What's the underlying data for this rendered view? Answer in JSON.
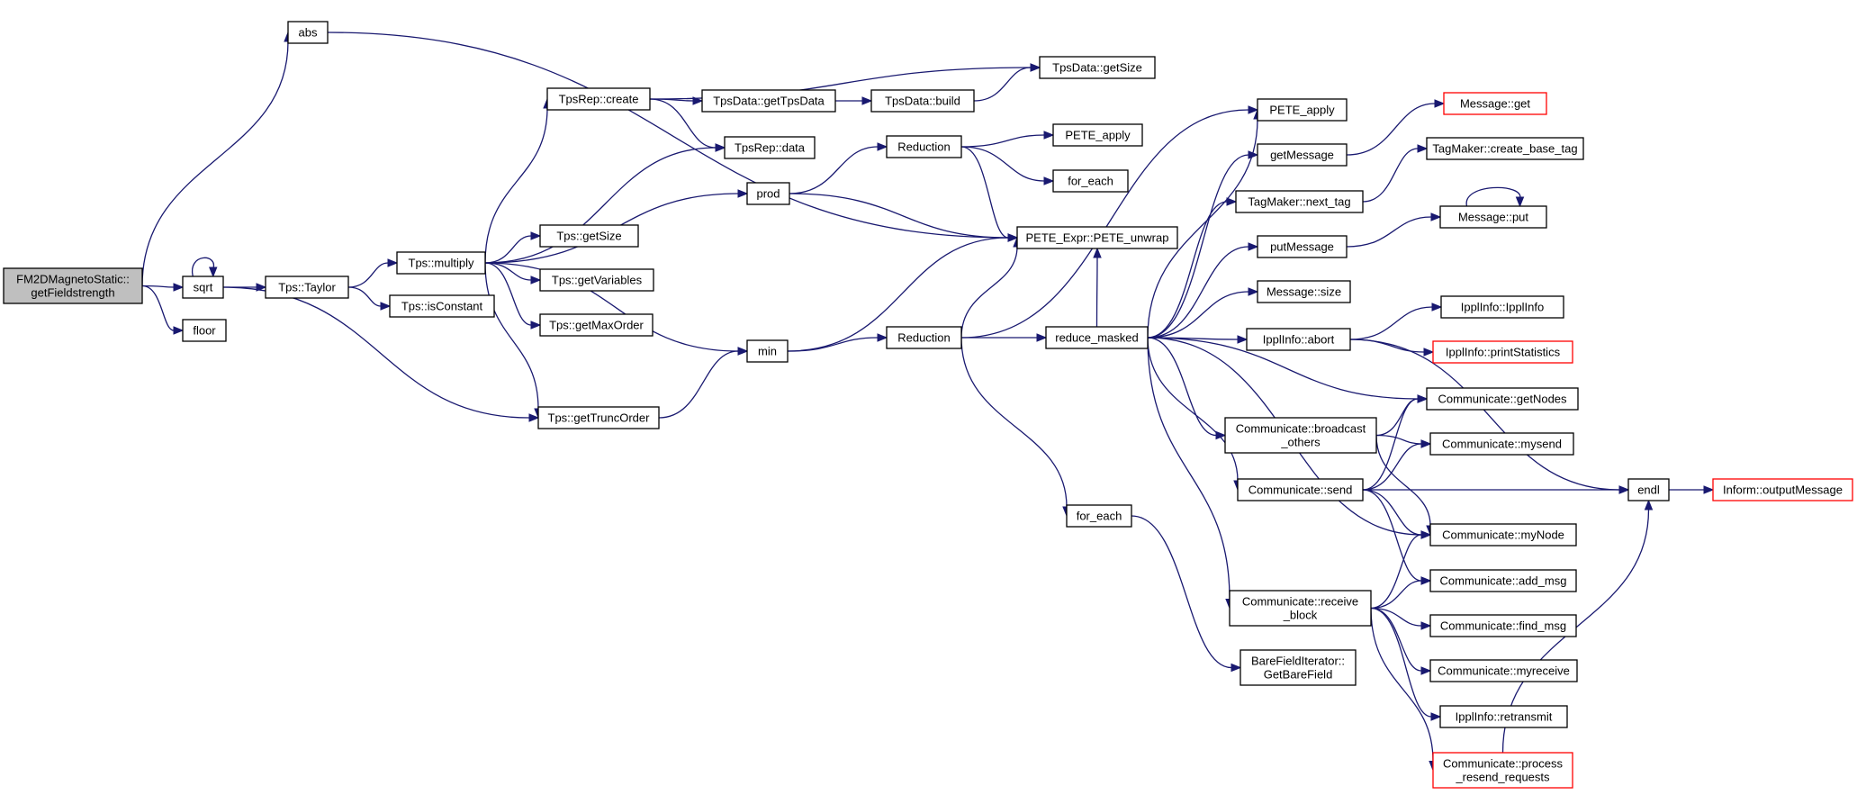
{
  "nodes": [
    {
      "id": "root",
      "label": [
        "FM2DMagnetoStatic::",
        "getFieldstrength"
      ],
      "style": "focus"
    },
    {
      "id": "abs",
      "label": [
        "abs"
      ]
    },
    {
      "id": "sqrt",
      "label": [
        "sqrt"
      ]
    },
    {
      "id": "floor",
      "label": [
        "floor"
      ]
    },
    {
      "id": "taylor",
      "label": [
        "Tps::Taylor"
      ]
    },
    {
      "id": "mult",
      "label": [
        "Tps::multiply"
      ]
    },
    {
      "id": "isconst",
      "label": [
        "Tps::isConstant"
      ]
    },
    {
      "id": "trunc",
      "label": [
        "Tps::getTruncOrder"
      ]
    },
    {
      "id": "create",
      "label": [
        "TpsRep::create"
      ]
    },
    {
      "id": "tpsdata",
      "label": [
        "TpsData::getTpsData"
      ]
    },
    {
      "id": "build",
      "label": [
        "TpsData::build"
      ]
    },
    {
      "id": "tdsize",
      "label": [
        "TpsData::getSize"
      ]
    },
    {
      "id": "repdata",
      "label": [
        "TpsRep::data"
      ]
    },
    {
      "id": "prod",
      "label": [
        "prod"
      ]
    },
    {
      "id": "getsize",
      "label": [
        "Tps::getSize"
      ]
    },
    {
      "id": "getvars",
      "label": [
        "Tps::getVariables"
      ]
    },
    {
      "id": "maxord",
      "label": [
        "Tps::getMaxOrder"
      ]
    },
    {
      "id": "min",
      "label": [
        "min"
      ]
    },
    {
      "id": "red1",
      "label": [
        "Reduction"
      ]
    },
    {
      "id": "pa1",
      "label": [
        "PETE_apply"
      ]
    },
    {
      "id": "fe1",
      "label": [
        "for_each"
      ]
    },
    {
      "id": "unwrap",
      "label": [
        "PETE_Expr::PETE_unwrap"
      ]
    },
    {
      "id": "red2",
      "label": [
        "Reduction"
      ]
    },
    {
      "id": "fe2",
      "label": [
        "for_each"
      ]
    },
    {
      "id": "bfi",
      "label": [
        "BareFieldIterator::",
        "GetBareField"
      ]
    },
    {
      "id": "rm",
      "label": [
        "reduce_masked"
      ]
    },
    {
      "id": "pa2",
      "label": [
        "PETE_apply"
      ]
    },
    {
      "id": "getmsg",
      "label": [
        "getMessage"
      ]
    },
    {
      "id": "nexttag",
      "label": [
        "TagMaker::next_tag"
      ]
    },
    {
      "id": "putmsg",
      "label": [
        "putMessage"
      ]
    },
    {
      "id": "msize",
      "label": [
        "Message::size"
      ]
    },
    {
      "id": "abort",
      "label": [
        "IpplInfo::abort"
      ]
    },
    {
      "id": "bcast",
      "label": [
        "Communicate::broadcast",
        "_others"
      ]
    },
    {
      "id": "csend",
      "label": [
        "Communicate::send"
      ]
    },
    {
      "id": "crecv",
      "label": [
        "Communicate::receive",
        "_block"
      ]
    },
    {
      "id": "mget",
      "label": [
        "Message::get"
      ],
      "style": "red"
    },
    {
      "id": "cbt",
      "label": [
        "TagMaker::create_base_tag"
      ]
    },
    {
      "id": "mput",
      "label": [
        "Message::put"
      ]
    },
    {
      "id": "iiinfo",
      "label": [
        "IpplInfo::IpplInfo"
      ]
    },
    {
      "id": "pstats",
      "label": [
        "IpplInfo::printStatistics"
      ],
      "style": "red"
    },
    {
      "id": "gnodes",
      "label": [
        "Communicate::getNodes"
      ]
    },
    {
      "id": "mysend",
      "label": [
        "Communicate::mysend"
      ]
    },
    {
      "id": "mynode",
      "label": [
        "Communicate::myNode"
      ]
    },
    {
      "id": "addmsg",
      "label": [
        "Communicate::add_msg"
      ]
    },
    {
      "id": "findmsg",
      "label": [
        "Communicate::find_msg"
      ]
    },
    {
      "id": "myrecv",
      "label": [
        "Communicate::myreceive"
      ]
    },
    {
      "id": "retrans",
      "label": [
        "IpplInfo::retransmit"
      ]
    },
    {
      "id": "resend",
      "label": [
        "Communicate::process",
        "_resend_requests"
      ],
      "style": "red"
    },
    {
      "id": "endl",
      "label": [
        "endl"
      ]
    },
    {
      "id": "outmsg",
      "label": [
        "Inform::outputMessage"
      ],
      "style": "red"
    }
  ],
  "edges": [
    [
      "root",
      "abs"
    ],
    [
      "root",
      "sqrt"
    ],
    [
      "root",
      "floor"
    ],
    [
      "sqrt",
      "sqrt"
    ],
    [
      "sqrt",
      "taylor"
    ],
    [
      "sqrt",
      "trunc"
    ],
    [
      "abs",
      "unwrap"
    ],
    [
      "taylor",
      "mult"
    ],
    [
      "taylor",
      "isconst"
    ],
    [
      "mult",
      "create"
    ],
    [
      "mult",
      "repdata"
    ],
    [
      "mult",
      "prod"
    ],
    [
      "mult",
      "getsize"
    ],
    [
      "mult",
      "getvars"
    ],
    [
      "mult",
      "maxord"
    ],
    [
      "mult",
      "min"
    ],
    [
      "mult",
      "trunc"
    ],
    [
      "create",
      "tpsdata"
    ],
    [
      "create",
      "tdsize"
    ],
    [
      "create",
      "repdata"
    ],
    [
      "tpsdata",
      "build"
    ],
    [
      "build",
      "tdsize"
    ],
    [
      "prod",
      "red1"
    ],
    [
      "prod",
      "unwrap"
    ],
    [
      "trunc",
      "min"
    ],
    [
      "min",
      "unwrap"
    ],
    [
      "min",
      "red2"
    ],
    [
      "red1",
      "pa1"
    ],
    [
      "red1",
      "fe1"
    ],
    [
      "red1",
      "unwrap"
    ],
    [
      "red2",
      "unwrap"
    ],
    [
      "red2",
      "pa2"
    ],
    [
      "red2",
      "rm"
    ],
    [
      "red2",
      "fe2"
    ],
    [
      "fe2",
      "bfi"
    ],
    [
      "rm",
      "pa2"
    ],
    [
      "rm",
      "getmsg"
    ],
    [
      "rm",
      "nexttag"
    ],
    [
      "rm",
      "unwrap"
    ],
    [
      "rm",
      "putmsg"
    ],
    [
      "rm",
      "msize"
    ],
    [
      "rm",
      "abort"
    ],
    [
      "rm",
      "gnodes"
    ],
    [
      "rm",
      "bcast"
    ],
    [
      "rm",
      "csend"
    ],
    [
      "rm",
      "mynode"
    ],
    [
      "rm",
      "crecv"
    ],
    [
      "getmsg",
      "mget"
    ],
    [
      "nexttag",
      "cbt"
    ],
    [
      "putmsg",
      "mput"
    ],
    [
      "mput",
      "mput"
    ],
    [
      "abort",
      "iiinfo"
    ],
    [
      "abort",
      "pstats"
    ],
    [
      "abort",
      "endl"
    ],
    [
      "bcast",
      "gnodes"
    ],
    [
      "bcast",
      "mysend"
    ],
    [
      "bcast",
      "mynode"
    ],
    [
      "csend",
      "gnodes"
    ],
    [
      "csend",
      "mysend"
    ],
    [
      "csend",
      "endl"
    ],
    [
      "csend",
      "mynode"
    ],
    [
      "csend",
      "addmsg"
    ],
    [
      "crecv",
      "mynode"
    ],
    [
      "crecv",
      "addmsg"
    ],
    [
      "crecv",
      "findmsg"
    ],
    [
      "crecv",
      "myrecv"
    ],
    [
      "crecv",
      "retrans"
    ],
    [
      "crecv",
      "resend"
    ],
    [
      "resend",
      "endl"
    ],
    [
      "endl",
      "outmsg"
    ]
  ]
}
